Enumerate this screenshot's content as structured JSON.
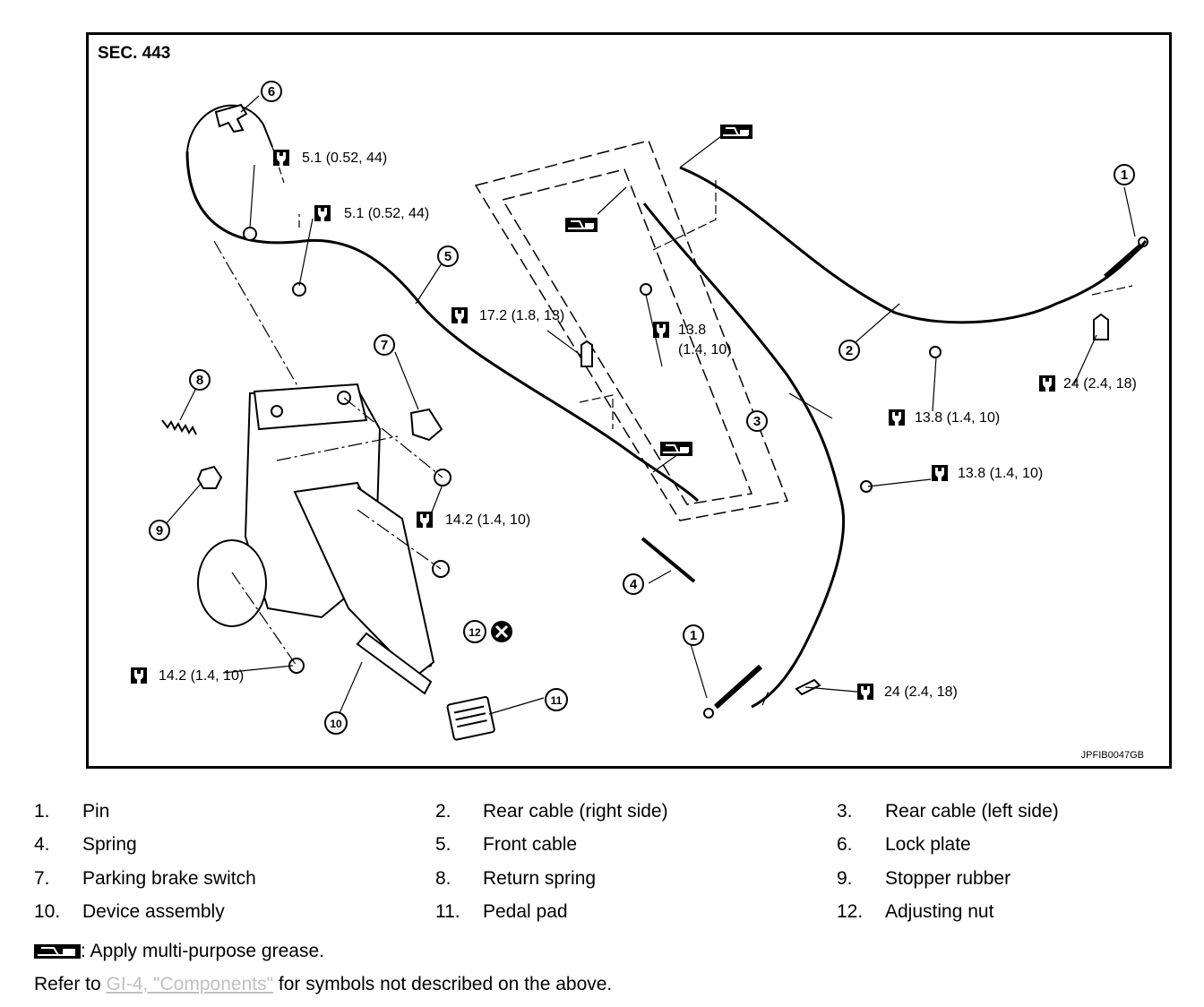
{
  "figure": {
    "section": "SEC. 443",
    "code": "JPFIB0047GB",
    "callouts": [
      "1",
      "2",
      "3",
      "4",
      "5",
      "6",
      "7",
      "8",
      "9",
      "10",
      "11",
      "12"
    ],
    "torques": {
      "t1": "5.1 (0.52, 44)",
      "t2": "5.1 (0.52, 44)",
      "t3": "17.2 (1.8, 13)",
      "t4a": "13.8",
      "t4b": "(1.4, 10)",
      "t5": "24 (2.4, 18)",
      "t6": "13.8 (1.4, 10)",
      "t7": "13.8 (1.4, 10)",
      "t8": "14.2 (1.4, 10)",
      "t9": "14.2 (1.4, 10)",
      "t10": "24 (2.4, 18)"
    }
  },
  "legend": [
    {
      "num": "1.",
      "label": "Pin"
    },
    {
      "num": "2.",
      "label": "Rear cable (right side)"
    },
    {
      "num": "3.",
      "label": "Rear cable (left side)"
    },
    {
      "num": "4.",
      "label": "Spring"
    },
    {
      "num": "5.",
      "label": "Front cable"
    },
    {
      "num": "6.",
      "label": "Lock plate"
    },
    {
      "num": "7.",
      "label": "Parking brake switch"
    },
    {
      "num": "8.",
      "label": "Return spring"
    },
    {
      "num": "9.",
      "label": "Stopper rubber"
    },
    {
      "num": "10.",
      "label": "Device assembly"
    },
    {
      "num": "11.",
      "label": "Pedal pad"
    },
    {
      "num": "12.",
      "label": "Adjusting nut"
    }
  ],
  "notes": {
    "grease": ": Apply multi-purpose grease.",
    "refer_prefix": "Refer to ",
    "refer_link": "GI-4, \"Components\"",
    "refer_suffix": " for symbols not described on the above."
  }
}
